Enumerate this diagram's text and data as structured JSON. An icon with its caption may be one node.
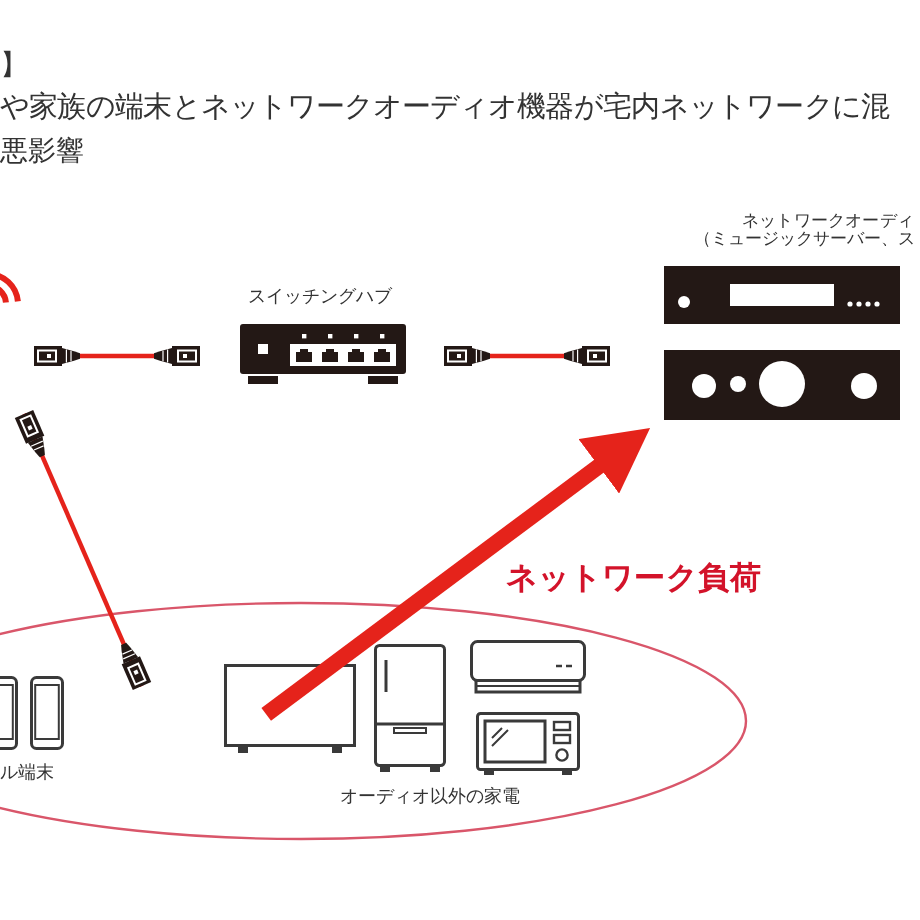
{
  "diagram": {
    "nodes": [
      {
        "text": [
          "スイッチングハブ"
        ]
      },
      {
        "text": [
          "ネットワークオーディ",
          "（ミュージックサーバー、ス"
        ]
      },
      {
        "text": [],
        "shape": "ellipse"
      },
      {
        "text": [
          "ル端末"
        ],
        "in": 2
      },
      {
        "text": [
          "オーディオ以外の家電"
        ],
        "in": 2
      },
      {
        "text": [],
        "shape": "box",
        "in": 4
      },
      {
        "text": [],
        "shape": "picture",
        "in": 4
      },
      {
        "text": [],
        "shape": "picture",
        "in": 4
      },
      {
        "text": [],
        "shape": "picture",
        "in": 4
      }
    ],
    "edges": [
      {
        "from": null,
        "to": 0,
        "arrow": "other"
      },
      {
        "from": 0,
        "to": 1,
        "arrow": "other"
      },
      {
        "from": 5,
        "to": 1,
        "arrow": "to",
        "label": "ネットワーク負荷",
        "style": "thick"
      }
    ],
    "labels": [
      "】",
      "や家族の端末とネットワークオーディオ機器が宅内ネットワークに混",
      "悪影響"
    ]
  }
}
